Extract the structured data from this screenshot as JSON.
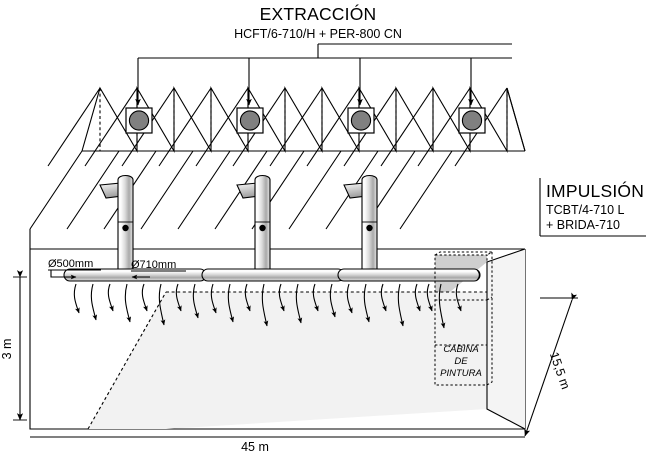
{
  "document": {
    "kind": "technical-drawing",
    "subject": "Esquema isométrico de nave industrial con ventilación"
  },
  "labels": {
    "extraction": {
      "title": "EXTRACCIÓN",
      "spec": "HCFT/6-710/H + PER-800 CN"
    },
    "impulsion": {
      "title": "IMPULSIÓN",
      "spec_line1": "TCBT/4-710 L",
      "spec_line2": "+ BRIDA-710"
    },
    "duct_main": "Ø710mm",
    "duct_branch": "Ø500mm",
    "booth_line1": "CABINA",
    "booth_line2": "DE",
    "booth_line3": "PINTURA"
  },
  "dimensions": {
    "height": "3 m",
    "length": "45 m",
    "depth": "15,5 m"
  },
  "colors": {
    "line": "#000000",
    "fan_fill": "#808080",
    "roof_plane": "#cfcfcf",
    "floor_plane": "#f2f2f2",
    "background": "#ffffff"
  },
  "geometry": {
    "roof_teeth": 12,
    "fan_units": 4,
    "supply_columns": 3,
    "duct_runs": 3,
    "arrows_per_run": 8
  }
}
